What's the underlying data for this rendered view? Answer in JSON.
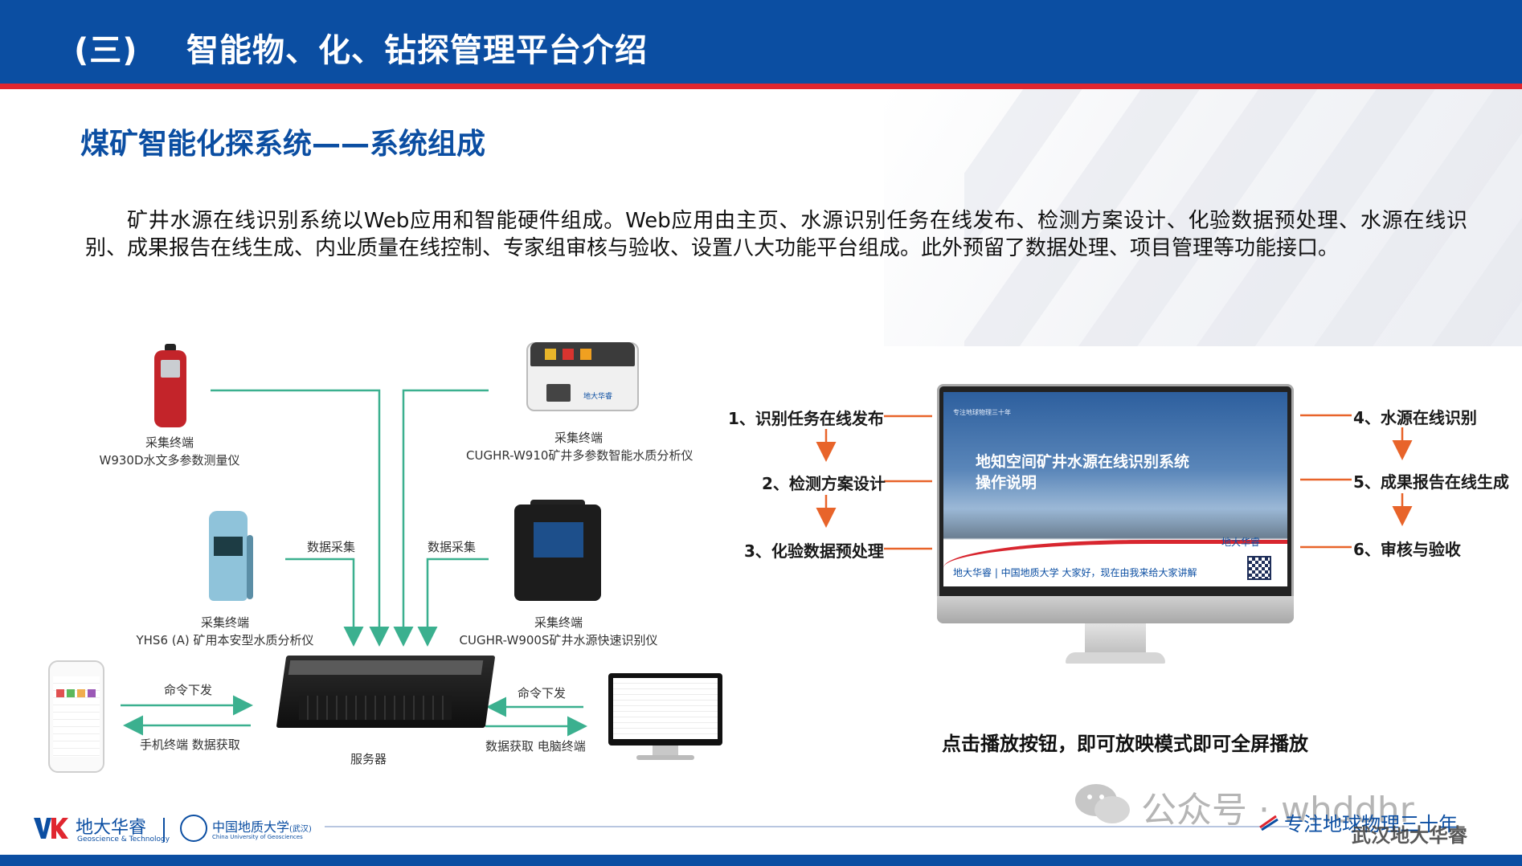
{
  "header": {
    "section_num": "(三)",
    "title": "智能物、化、钻探管理平台介绍"
  },
  "subtitle": "煤矿智能化探系统——系统组成",
  "paragraph": "矿井水源在线识别系统以Web应用和智能硬件组成。Web应用由主页、水源识别任务在线发布、检测方案设计、化验数据预处理、水源在线识别、成果报告在线生成、内业质量在线控制、专家组审核与验收、设置八大功能平台组成。此外预留了数据处理、项目管理等功能接口。",
  "diagram": {
    "devices": [
      {
        "role": "采集终端",
        "name": "W930D水文多参数测量仪"
      },
      {
        "role": "采集终端",
        "name": "CUGHR-W910矿井多参数智能水质分析仪"
      },
      {
        "role": "采集终端",
        "name": "YHS6 (A) 矿用本安型水质分析仪"
      },
      {
        "role": "采集终端",
        "name": "CUGHR-W900S矿井水源快速识别仪"
      }
    ],
    "data_collect_left": "数据采集",
    "data_collect_right": "数据采集",
    "cmd_left": "命令下发",
    "cmd_right": "命令下发",
    "phone_label": "手机终端  数据获取",
    "pc_label": "数据获取  电脑终端",
    "server_label": "服务器",
    "analyzer_brand": "地大华睿"
  },
  "monitor": {
    "screen_top": "专注地球物理三十年",
    "screen_title_1": "地知空间矿井水源在线识别系统",
    "screen_title_2": "操作说明",
    "screen_logo": "地大华睿",
    "screen_footer": "地大华睿 | 中国地质大学  大家好，现在由我来给大家讲解"
  },
  "steps_left": [
    "1、识别任务在线发布",
    "2、检测方案设计",
    "3、化验数据预处理"
  ],
  "steps_right": [
    "4、水源在线识别",
    "5、成果报告在线生成",
    "6、审核与验收"
  ],
  "play_note": "点击播放按钮，即可放映模式即可全屏播放",
  "footer": {
    "logo_cn": "地大华睿",
    "logo_en": "Geoscience & Technology",
    "cug_cn": "中国地质大学",
    "cug_suffix": "(武汉)",
    "cug_en": "China University of Geosciences",
    "slogan": "专注地球物理三十年"
  },
  "watermark": {
    "text": "公众号 · whddhr",
    "name": "武汉地大华睿"
  },
  "colors": {
    "brand_blue": "#0b4ea2",
    "accent_red": "#e0262f",
    "flow_teal": "#3bb08f",
    "step_orange": "#e8642a"
  }
}
